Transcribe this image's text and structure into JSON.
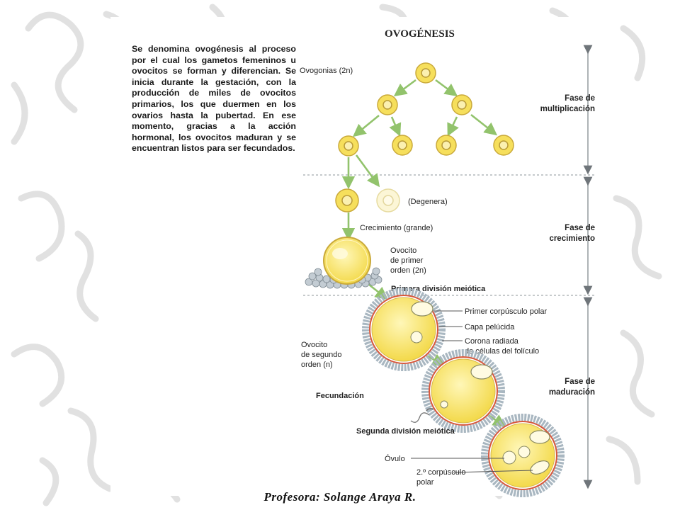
{
  "intro_text": "Se denomina ovogénesis al proceso por el cual los gametos femeninos u ovocitos se forman y diferencian. Se inicia durante la gestación, con la producción de miles de ovocitos primarios, los que duermen en los ovarios hasta la pubertad. En ese momento, gracias a la acción hormonal, los ovocitos maduran y se encuentran listos para ser fecundados.",
  "diagram": {
    "title": "OVOGÉNESIS",
    "labels": {
      "ovogonias": "Ovogonias (2n)",
      "degenera": "(Degenera)",
      "crecimiento": "Crecimiento (grande)",
      "ovocito1_line1": "Ovocito",
      "ovocito1_line2": "de primer",
      "ovocito1_line3": "orden (2n)",
      "primera_division": "Primera división meiótica",
      "primer_corpusculo": "Primer corpúsculo polar",
      "capa_pelucida": "Capa pelúcida",
      "corona_line1": "Corona radiada",
      "corona_line2": "de células del folículo",
      "ovocito2_line1": "Ovocito",
      "ovocito2_line2": "de segundo",
      "ovocito2_line3": "orden (n)",
      "fecundacion": "Fecundación",
      "segunda_division": "Segunda división meiótica",
      "ovulo": "Óvulo",
      "corpusculo2_line1": "2.º corpúsculo",
      "corpusculo2_line2": "polar"
    },
    "phases": [
      {
        "line1": "Fase de",
        "line2": "multiplicación"
      },
      {
        "line1": "Fase de",
        "line2": "crecimiento"
      },
      {
        "line1": "Fase de",
        "line2": "maduración"
      }
    ]
  },
  "footer": "Profesora: Solange Araya R.",
  "colors": {
    "cell_fill": "#f7e46a",
    "cell_stroke": "#c9a93a",
    "arrow": "#92c36c",
    "corona": "#a9b7c1",
    "zona": "#d8573b",
    "phase_line": "#9aa0a4"
  }
}
